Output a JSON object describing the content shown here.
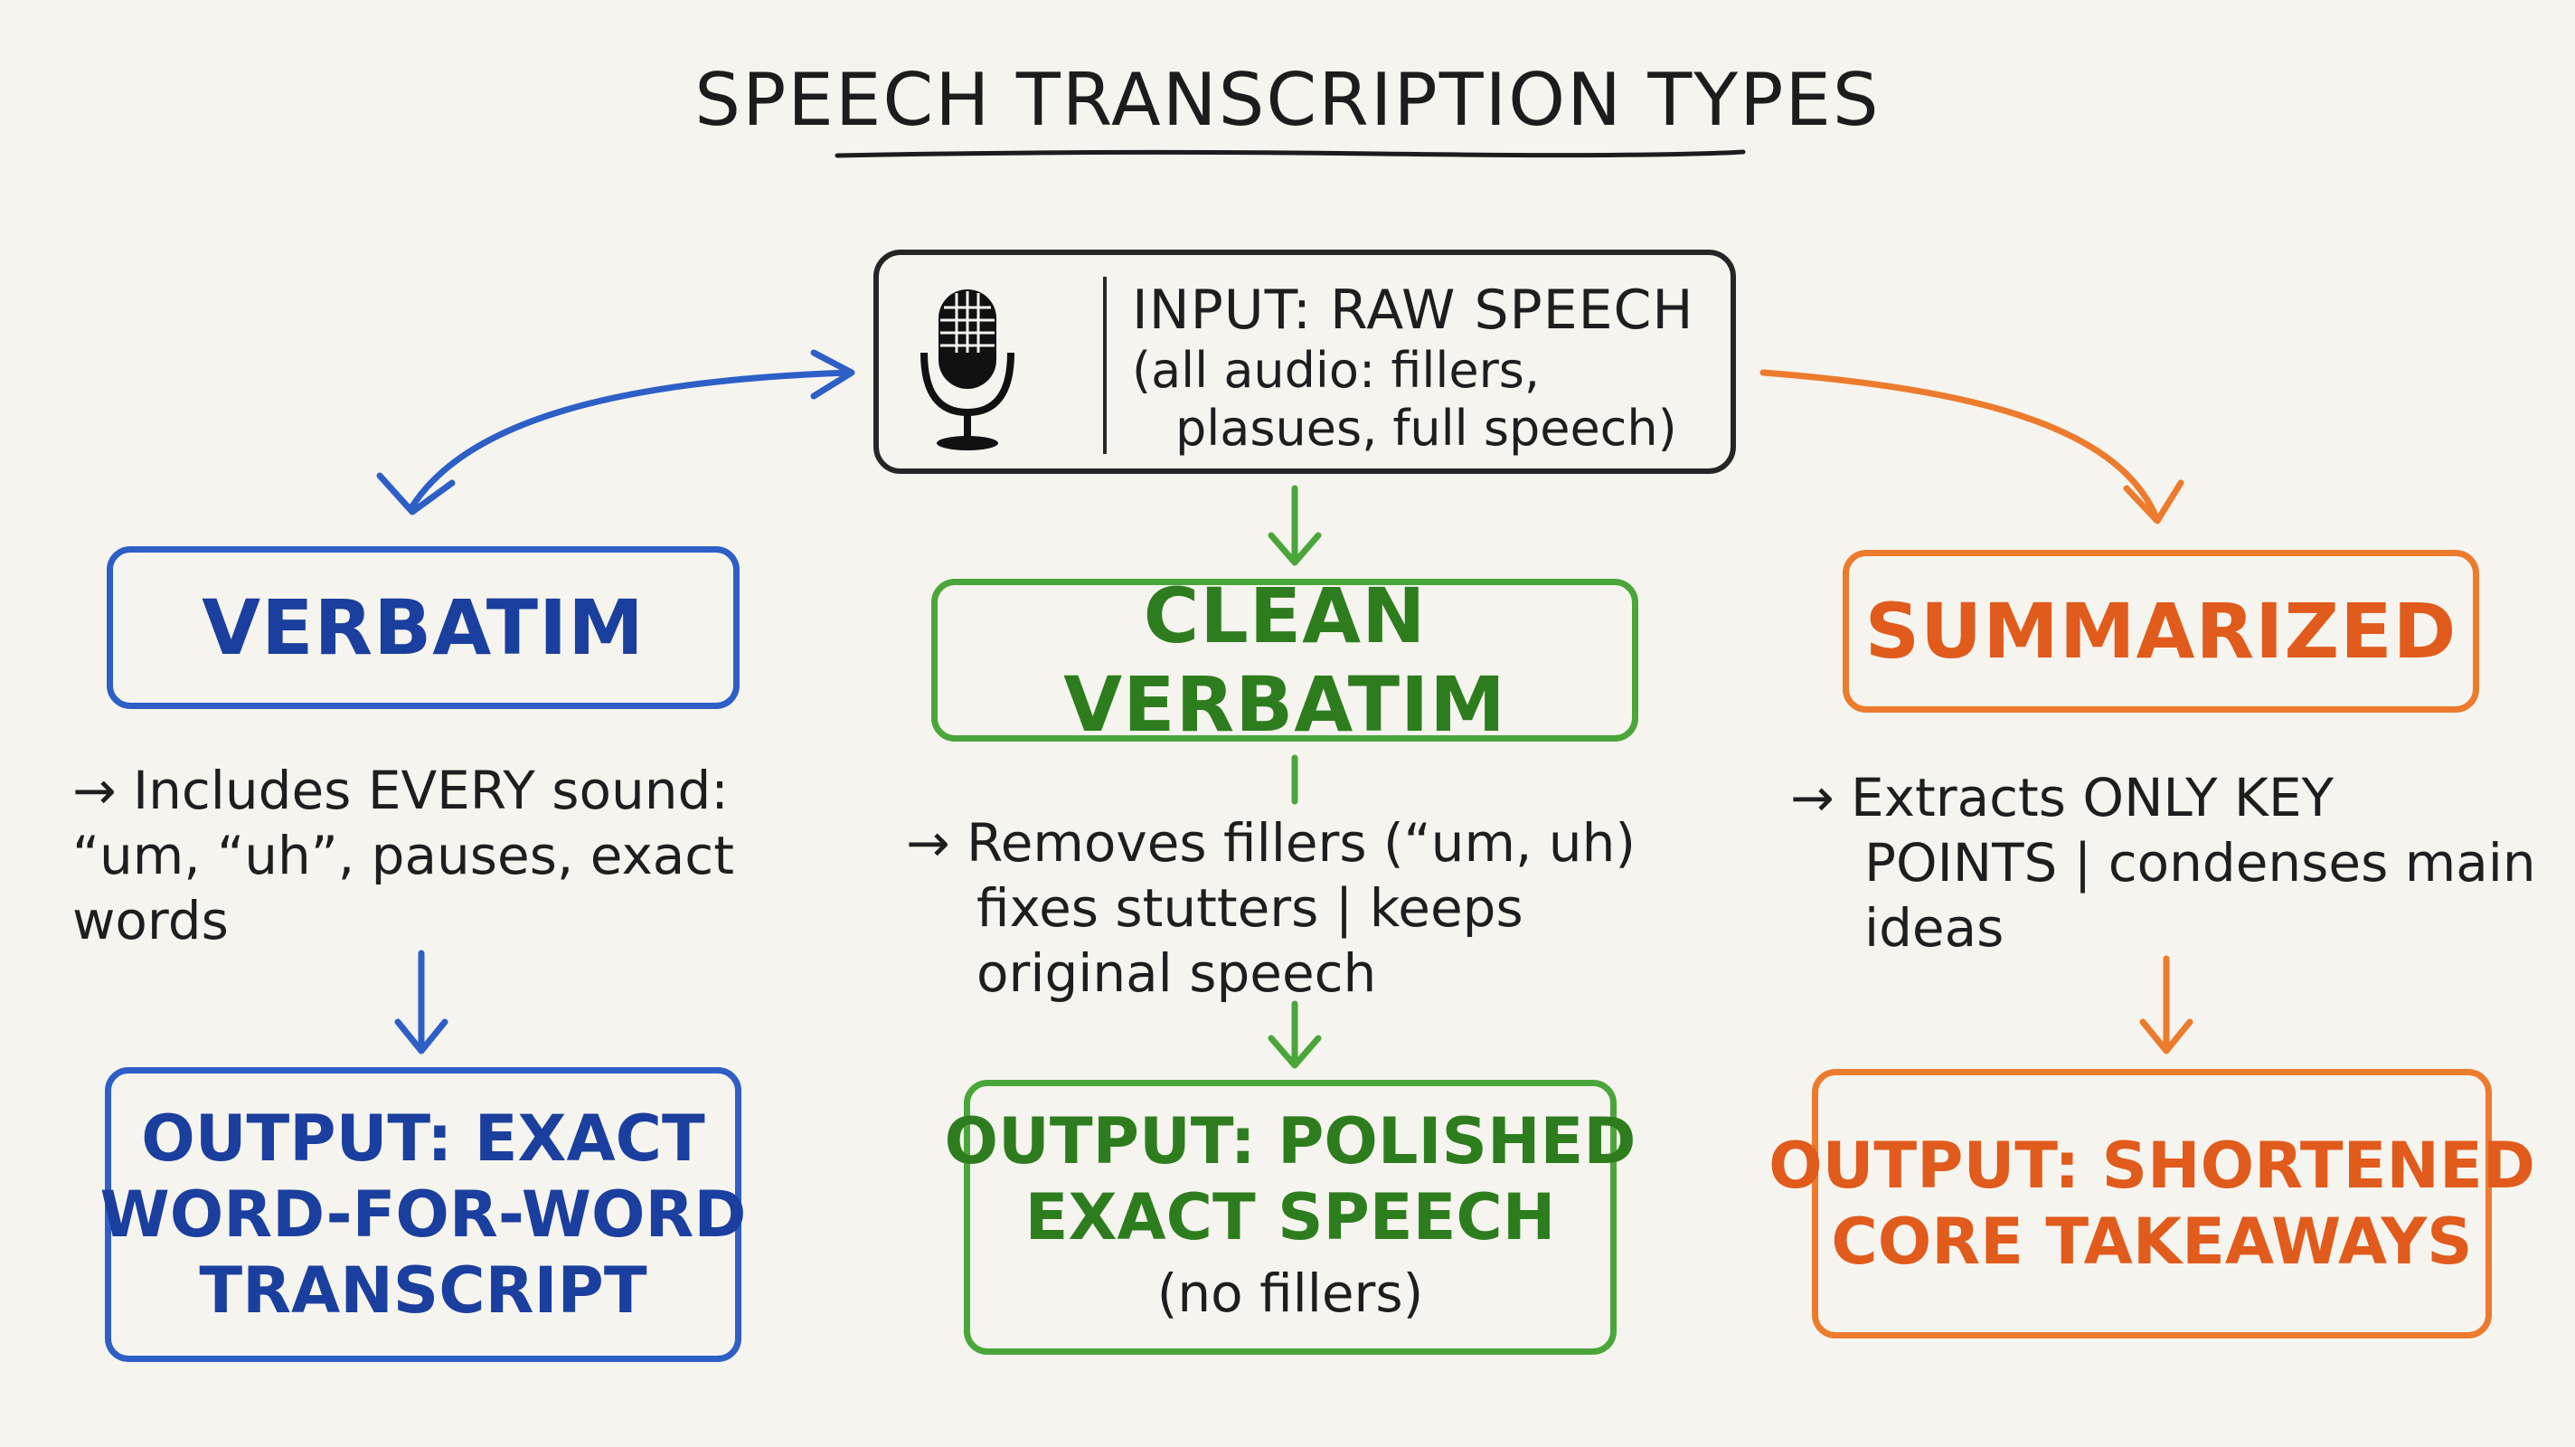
{
  "title": "SPEECH TRANSCRIPTION TYPES",
  "colors": {
    "verbatim": "#2d5fc7",
    "clean_verbatim": "#4aa63a",
    "summarized": "#ec7b2d",
    "input": "#262626",
    "background": "#f6f4ee"
  },
  "input": {
    "icon": "microphone-icon",
    "heading": "INPUT: RAW SPEECH",
    "lines": [
      "(all audio: fillers,",
      "plasues, full speech)"
    ]
  },
  "verbatim": {
    "label": "VERBATIM",
    "description": [
      "→ Includes EVERY sound:",
      "“um, “uh”, pauses, exact",
      "words"
    ],
    "output": [
      "OUTPUT: EXACT",
      "WORD-FOR-WORD",
      "TRANSCRIPT"
    ]
  },
  "clean_verbatim": {
    "label": "CLEAN VERBATIM",
    "description": [
      "→ Removes fillers (“um, uh)",
      "fixes stutters | keeps",
      "original speech"
    ],
    "output": [
      "OUTPUT: POLISHED",
      "EXACT SPEECH"
    ],
    "output_note": "(no fillers)"
  },
  "summarized": {
    "label": "SUMMARIZED",
    "description": [
      "→ Extracts ONLY KEY",
      "POINTS | condenses main",
      "ideas"
    ],
    "output": [
      "OUTPUT: SHORTENED",
      "CORE TAKEAWAYS"
    ]
  }
}
